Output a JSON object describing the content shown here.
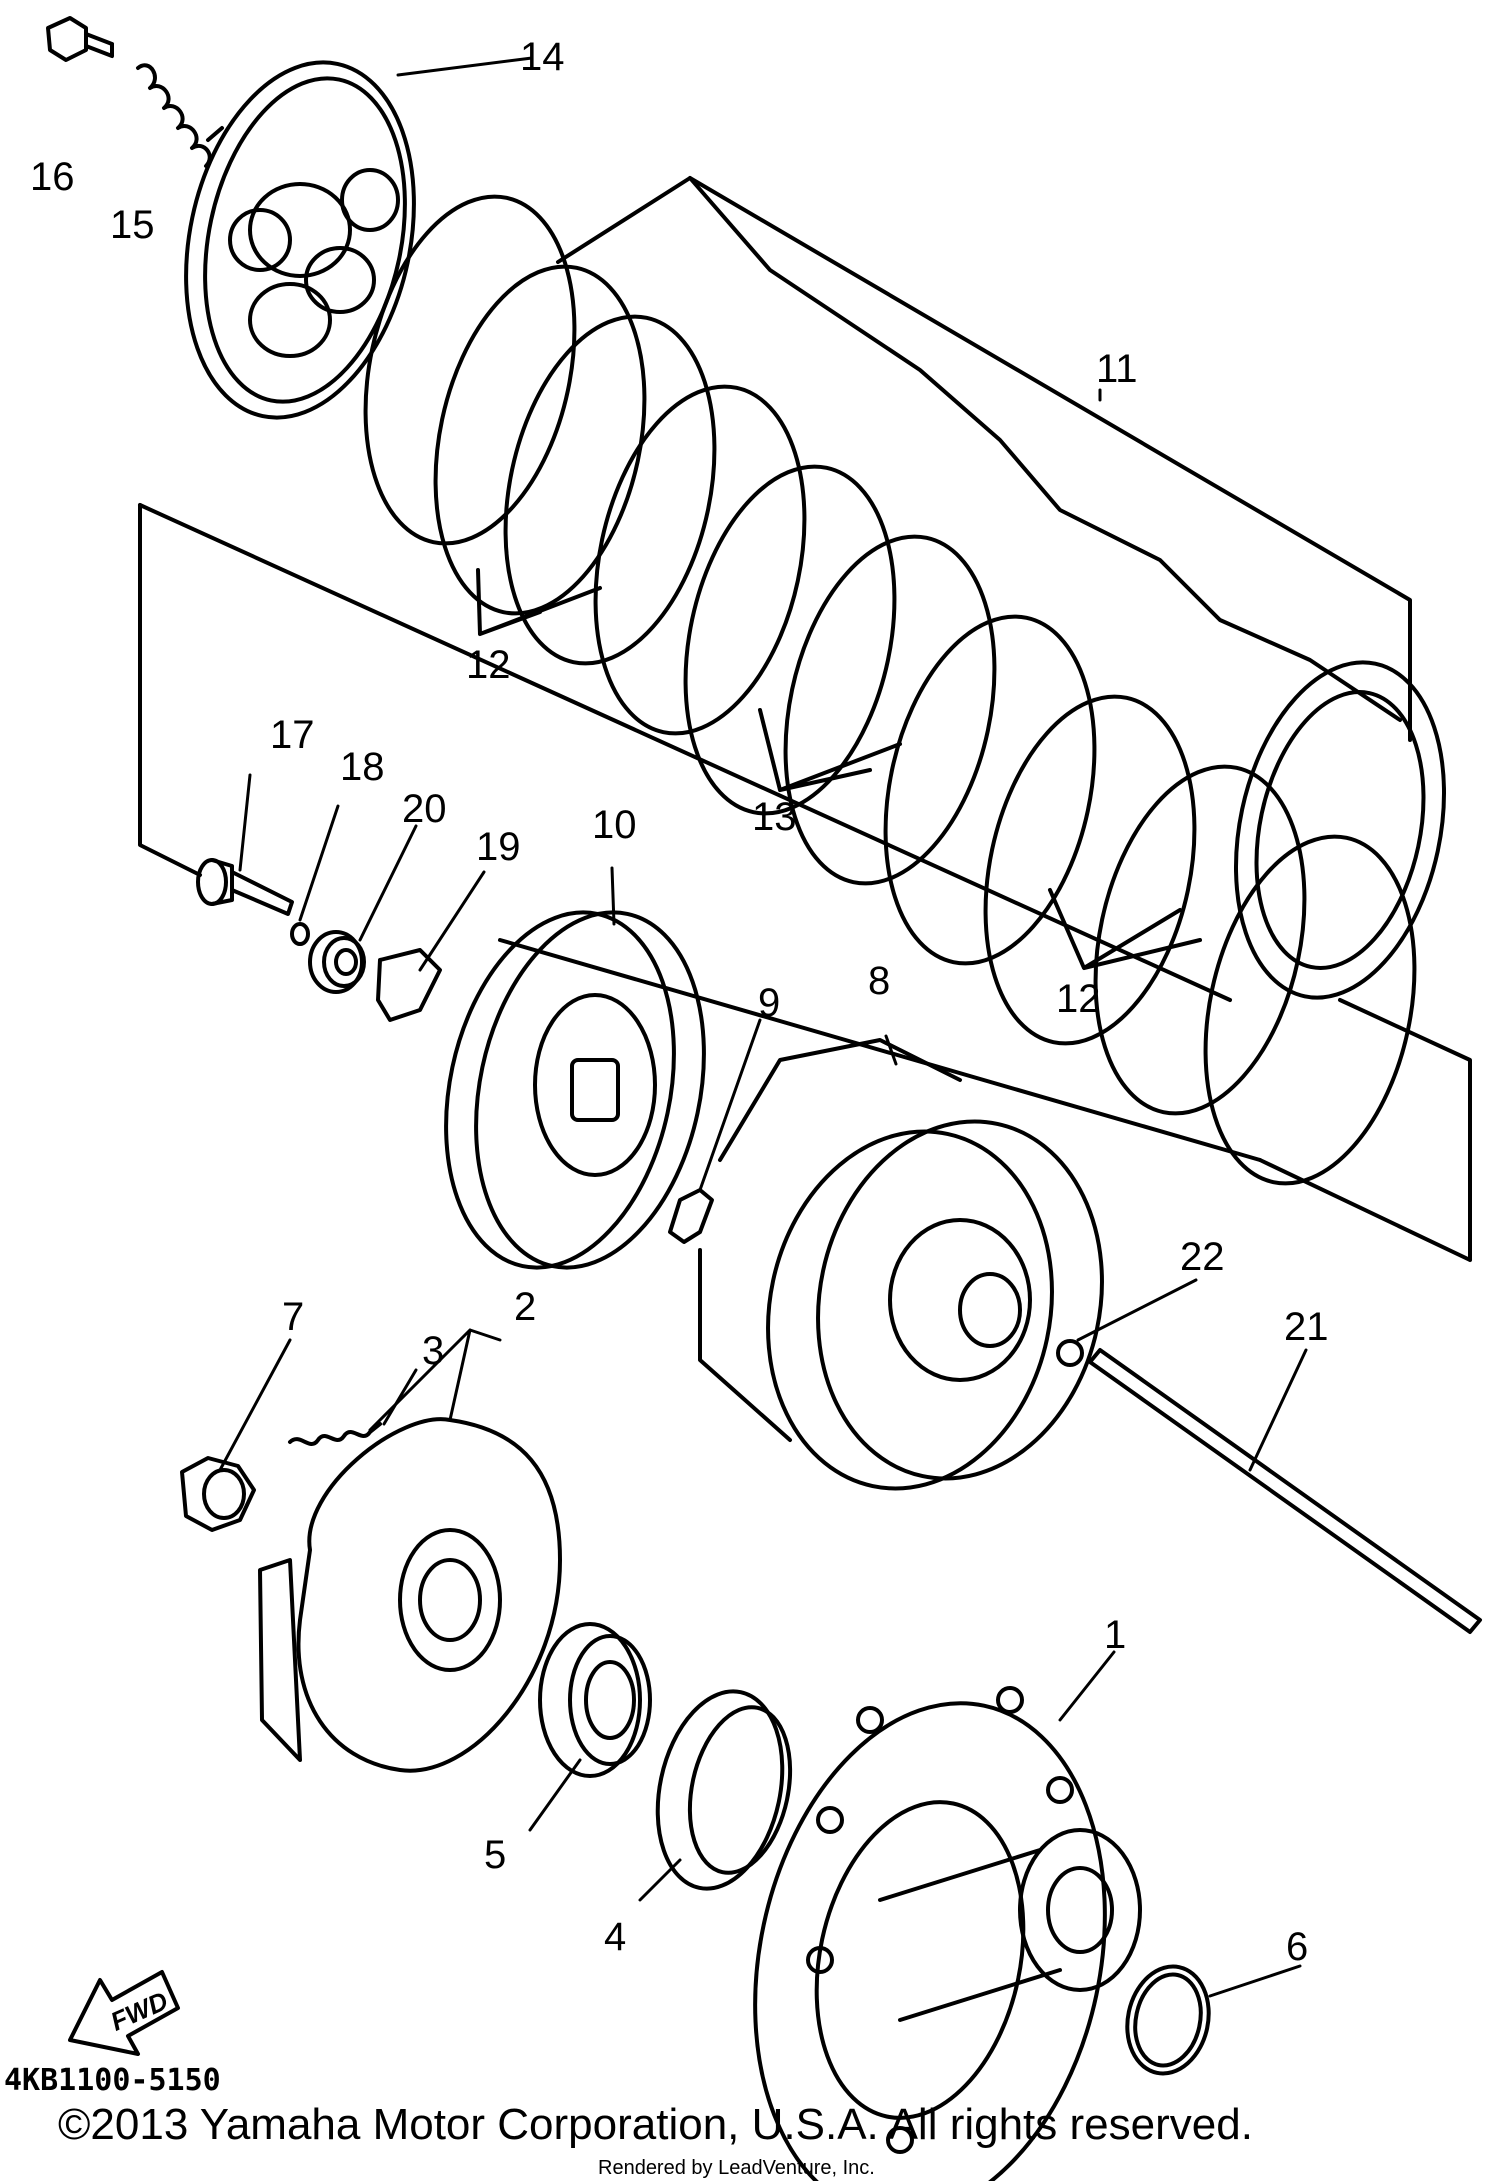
{
  "diagram": {
    "part_code": "4KB1100-5150",
    "fwd_label": "FWD",
    "copyright": "©2013 Yamaha Motor Corporation, U.S.A. All rights reserved.",
    "rendered_by": "Rendered by LeadVenture, Inc.",
    "callouts": [
      "1",
      "2",
      "3",
      "4",
      "5",
      "6",
      "7",
      "8",
      "9",
      "10",
      "11",
      "12",
      "12",
      "13",
      "14",
      "15",
      "16",
      "17",
      "18",
      "19",
      "20",
      "21",
      "22"
    ]
  }
}
